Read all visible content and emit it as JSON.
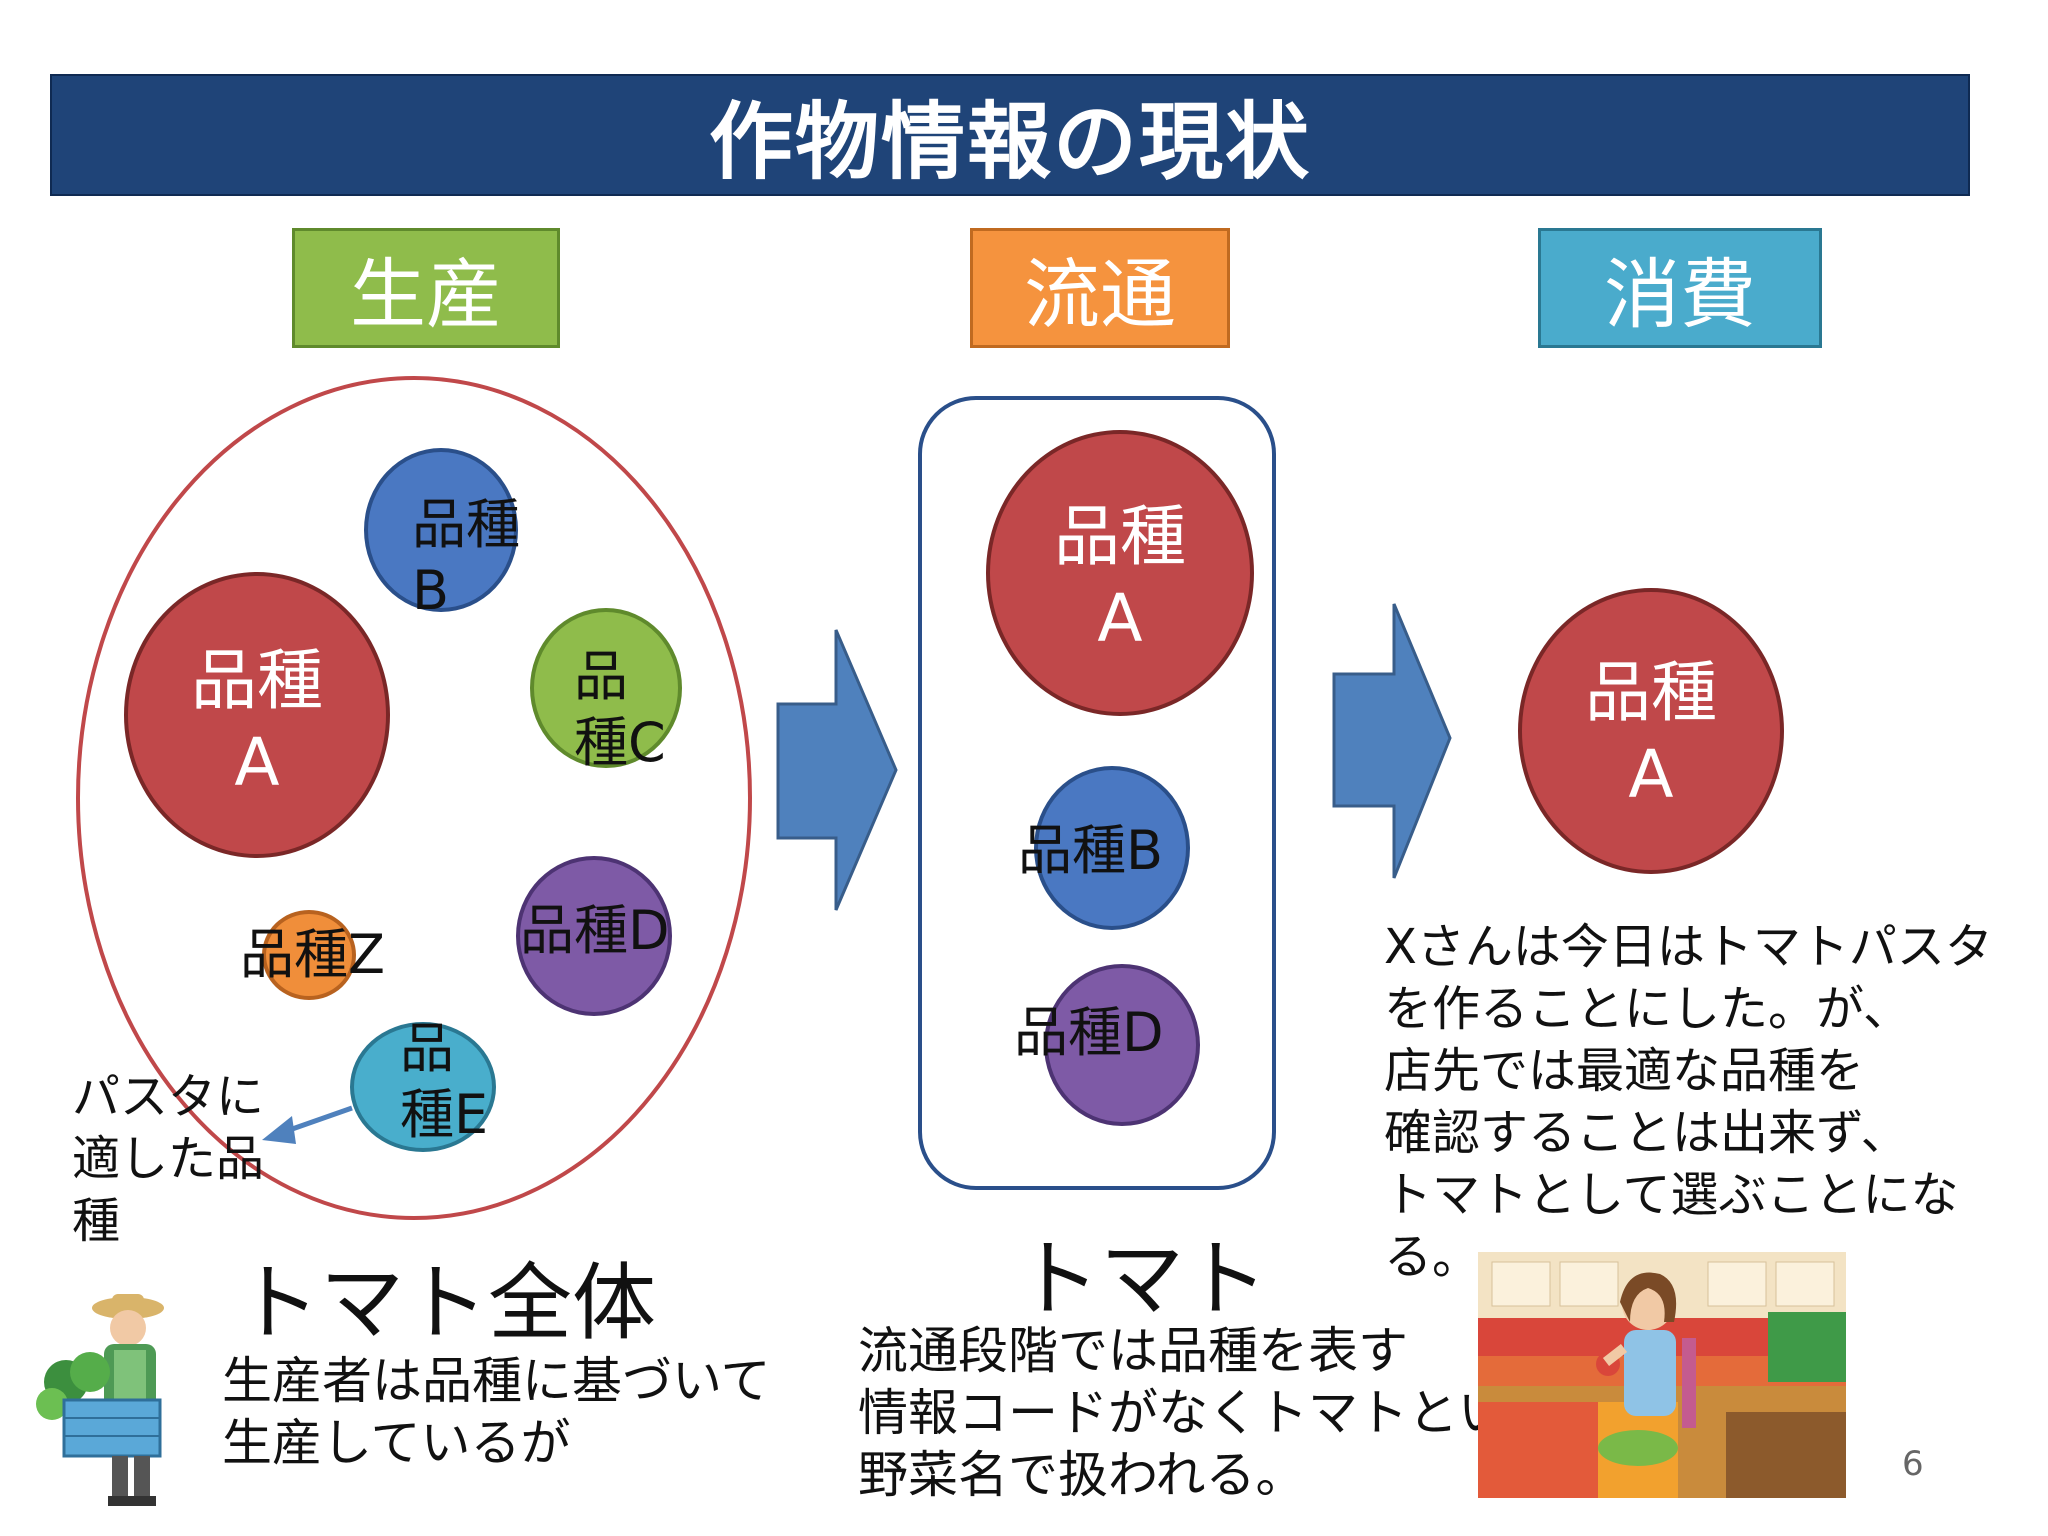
{
  "title": "作物情報の現状",
  "stages": {
    "production": {
      "label": "生産",
      "color": "#8fbc4b"
    },
    "distribution": {
      "label": "流通",
      "color": "#f5933e"
    },
    "consumption": {
      "label": "消費",
      "color": "#4aabcc"
    }
  },
  "production_varieties": {
    "a": "品種\nA",
    "b": "品種\nB",
    "c": "品\n種C",
    "d": "品種D",
    "z": "品種Z",
    "e": "品\n種E"
  },
  "pasta_note": "パスタに\n適した品\n種",
  "production_caption": "トマト全体",
  "production_text": "生産者は品種に基づいて\n生産しているが",
  "distribution_varieties": {
    "a": "品種\nA",
    "b": "品種B",
    "d": "品種D"
  },
  "distribution_caption": "トマト",
  "distribution_text": "流通段階では品種を表す\n情報コードがなくトマトという\n野菜名で扱われる。",
  "consumption_variety": "品種\nA",
  "consumption_text": "Xさんは今日はトマトパスタ\nを作ることにした。が、\n店先では最適な品種を\n確認することは出来ず、\nトマトとして選ぶことになる。",
  "page_number": "6"
}
